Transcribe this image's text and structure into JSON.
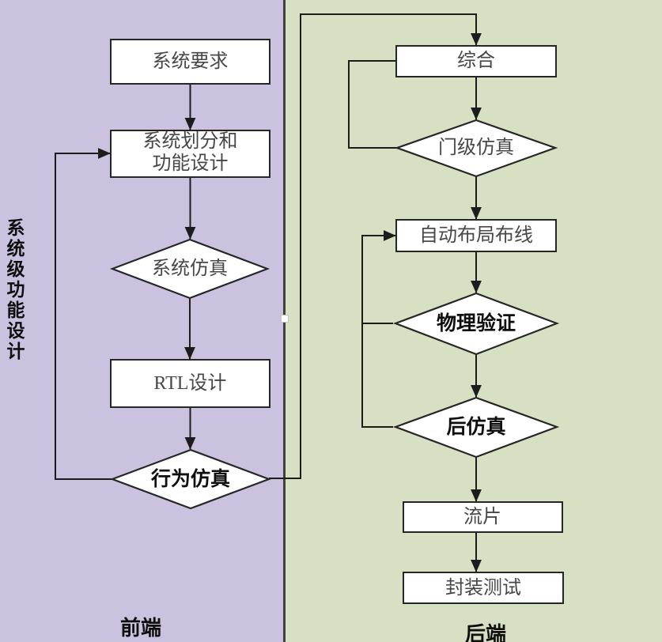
{
  "colors": {
    "frontend_bg": "#cac2de",
    "backend_bg": "#d7e0c2",
    "divider": "#404040",
    "node_fill": "#ffffff",
    "node_border": "#262626",
    "edge_line": "#1c1c1c",
    "text_regular": "#474747",
    "text_emphasis": "#0f0f0f"
  },
  "frontend": {
    "region_label": "前端",
    "side_label": "系统级功能设计",
    "nodes": {
      "sys_req": {
        "label": "系统要求",
        "shape": "rect",
        "emphasis": false
      },
      "sys_partition": {
        "line1": "系统划分和",
        "line2": "功能设计",
        "shape": "rect",
        "emphasis": false
      },
      "sys_sim": {
        "label": "系统仿真",
        "shape": "diamond",
        "emphasis": false
      },
      "rtl": {
        "label": "RTL设计",
        "shape": "rect",
        "emphasis": false
      },
      "behav_sim": {
        "label": "行为仿真",
        "shape": "diamond",
        "emphasis": true
      }
    }
  },
  "backend": {
    "region_label": "后端",
    "nodes": {
      "synthesis": {
        "label": "综合",
        "shape": "rect",
        "emphasis": false
      },
      "gate_sim": {
        "label": "门级仿真",
        "shape": "diamond",
        "emphasis": false
      },
      "apr": {
        "label": "自动布局布线",
        "shape": "rect",
        "emphasis": false
      },
      "phys_verif": {
        "label": "物理验证",
        "shape": "diamond",
        "emphasis": true
      },
      "post_sim": {
        "label": "后仿真",
        "shape": "diamond",
        "emphasis": true
      },
      "tapeout": {
        "label": "流片",
        "shape": "rect",
        "emphasis": false
      },
      "package_test": {
        "label": "封装测试",
        "shape": "rect",
        "emphasis": false
      }
    }
  }
}
